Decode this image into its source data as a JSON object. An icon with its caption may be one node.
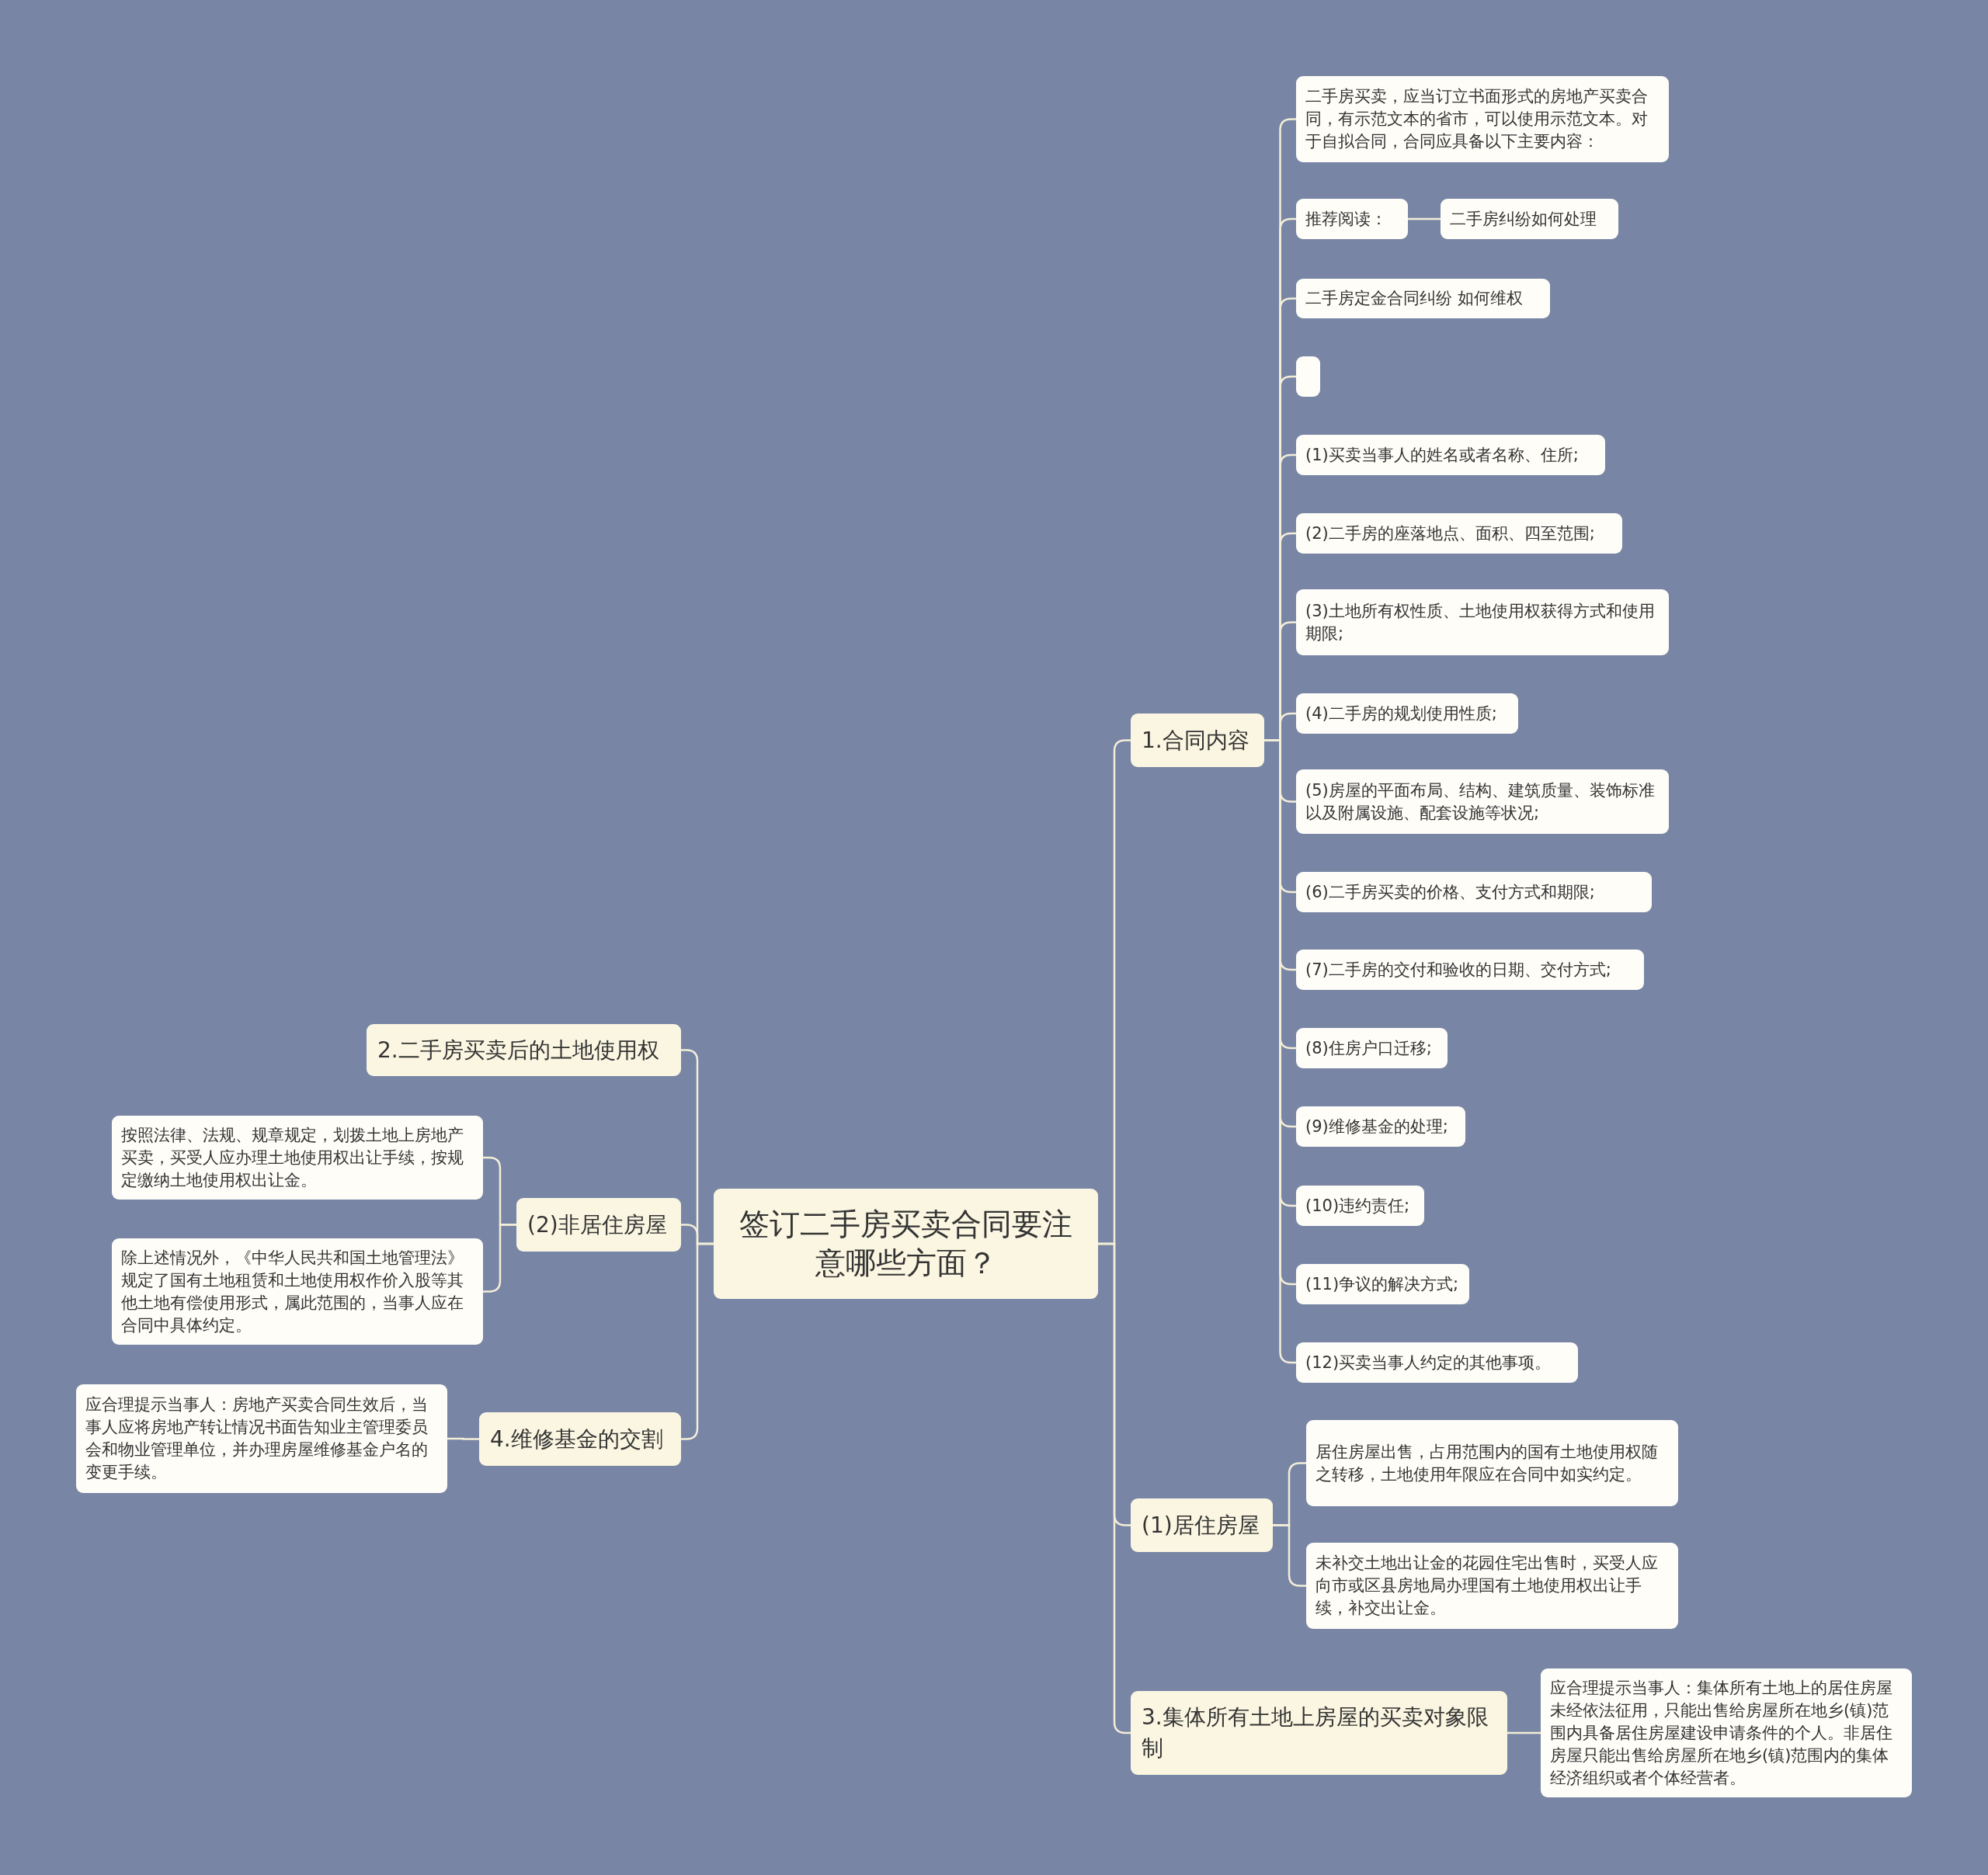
{
  "diagram": {
    "nodes": [
      {
        "text": [
          "签订二手房买卖合同要注意哪些方面？"
        ]
      },
      {
        "text": [
          "1.合同内容"
        ]
      },
      {
        "text": [
          "二手房买卖，应当订立书面形式的房地产买卖合同，有示范文本的省市，可以使用示范文本。对于自拟合同，合同应具备以下主要内容："
        ]
      },
      {
        "text": [
          "推荐阅读："
        ]
      },
      {
        "text": [
          "二手房纠纷如何处理"
        ]
      },
      {
        "text": [
          "二手房定金合同纠纷 如何维权"
        ]
      },
      {
        "text": [],
        "shape": "box"
      },
      {
        "text": [
          "(1)买卖当事人的姓名或者名称、住所;"
        ]
      },
      {
        "text": [
          "(2)二手房的座落地点、面积、四至范围;"
        ]
      },
      {
        "text": [
          "(3)土地所有权性质、土地使用权获得方式和使用期限;"
        ]
      },
      {
        "text": [
          "(4)二手房的规划使用性质;"
        ]
      },
      {
        "text": [
          "(5)房屋的平面布局、结构、建筑质量、装饰标准以及附属设施、配套设施等状况;"
        ]
      },
      {
        "text": [
          "(6)二手房买卖的价格、支付方式和期限;"
        ]
      },
      {
        "text": [
          "(7)二手房的交付和验收的日期、交付方式;"
        ]
      },
      {
        "text": [
          "(8)住房户口迁移;"
        ]
      },
      {
        "text": [
          "(9)维修基金的处理;"
        ]
      },
      {
        "text": [
          "(10)违约责任;"
        ]
      },
      {
        "text": [
          "(11)争议的解决方式;"
        ]
      },
      {
        "text": [
          "(12)买卖当事人约定的其他事项。"
        ]
      },
      {
        "text": [
          "(1)居住房屋"
        ]
      },
      {
        "text": [
          "居住房屋出售，占用范围内的国有土地使用权随之转移，土地使用年限应在合同中如实约定。"
        ]
      },
      {
        "text": [
          "未补交土地出让金的花园住宅出售时，买受人应向市或区县房地局办理国有土地使用权出让手续，补交出让金。"
        ]
      },
      {
        "text": [
          "3.集体所有土地上房屋的买卖对象限制"
        ]
      },
      {
        "text": [
          "应合理提示当事人：集体所有土地上的居住房屋未经依法征用，只能出售给房屋所在地乡(镇)范围内具备居住房屋建设申请条件的个人。非居住房屋只能出售给房屋所在地乡(镇)范围内的集体经济组织或者个体经营者。"
        ]
      },
      {
        "text": [
          "2.二手房买卖后的土地使用权"
        ]
      },
      {
        "text": [
          "(2)非居住房屋"
        ]
      },
      {
        "text": [
          "按照法律、法规、规章规定，划拨土地上房地产买卖，买受人应办理土地使用权出让手续，按规定缴纳土地使用权出让金。"
        ]
      },
      {
        "text": [
          "除上述情况外，《中华人民共和国土地管理法》规定了国有土地租赁和土地使用权作价入股等其他土地有偿使用形式，属此范围的，当事人应在合同中具体约定。"
        ]
      },
      {
        "text": [
          "4.维修基金的交割"
        ]
      },
      {
        "text": [
          "应合理提示当事人：房地产买卖合同生效后，当事人应将房地产转让情况书面告知业主管理委员会和物业管理单位，并办理房屋维修基金户名的变更手续。"
        ]
      }
    ],
    "edges": [
      {
        "from": 0,
        "to": 1,
        "arrow": "none"
      },
      {
        "from": 1,
        "to": 2,
        "arrow": "none"
      },
      {
        "from": 1,
        "to": 3,
        "arrow": "none"
      },
      {
        "from": 3,
        "to": 4,
        "arrow": "none"
      },
      {
        "from": 1,
        "to": 5,
        "arrow": "none"
      },
      {
        "from": 1,
        "to": 6,
        "arrow": "none"
      },
      {
        "from": 1,
        "to": 7,
        "arrow": "none"
      },
      {
        "from": 1,
        "to": 8,
        "arrow": "none"
      },
      {
        "from": 1,
        "to": 9,
        "arrow": "none"
      },
      {
        "from": 1,
        "to": 10,
        "arrow": "none"
      },
      {
        "from": 1,
        "to": 11,
        "arrow": "none"
      },
      {
        "from": 1,
        "to": 12,
        "arrow": "none"
      },
      {
        "from": 1,
        "to": 13,
        "arrow": "none"
      },
      {
        "from": 1,
        "to": 14,
        "arrow": "none"
      },
      {
        "from": 1,
        "to": 15,
        "arrow": "none"
      },
      {
        "from": 1,
        "to": 16,
        "arrow": "none"
      },
      {
        "from": 1,
        "to": 17,
        "arrow": "none"
      },
      {
        "from": 1,
        "to": 18,
        "arrow": "none"
      },
      {
        "from": 0,
        "to": 19,
        "arrow": "none"
      },
      {
        "from": 19,
        "to": 20,
        "arrow": "none"
      },
      {
        "from": 19,
        "to": 21,
        "arrow": "none"
      },
      {
        "from": 0,
        "to": 22,
        "arrow": "none"
      },
      {
        "from": 22,
        "to": 23,
        "arrow": "none"
      },
      {
        "from": 0,
        "to": 24,
        "arrow": "none"
      },
      {
        "from": 0,
        "to": 25,
        "arrow": "none"
      },
      {
        "from": 25,
        "to": 26,
        "arrow": "none"
      },
      {
        "from": 25,
        "to": 27,
        "arrow": "none"
      },
      {
        "from": 0,
        "to": 28,
        "arrow": "none"
      },
      {
        "from": 28,
        "to": 29,
        "arrow": "none"
      }
    ]
  }
}
